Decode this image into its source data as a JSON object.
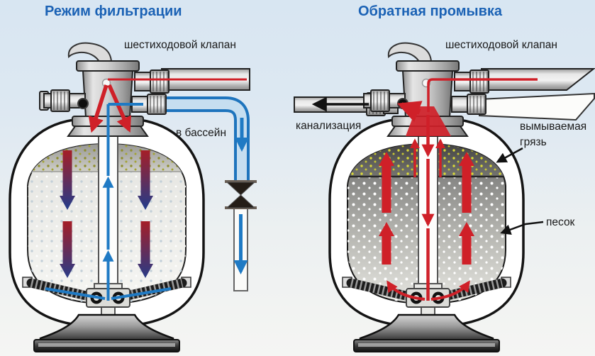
{
  "left_panel": {
    "title": "Режим фильтрации",
    "valve_label": "шестиходовой клапан",
    "pool_label": "в бассейн"
  },
  "right_panel": {
    "title": "Обратная промывка",
    "valve_label": "шестиходовой клапан",
    "sewer_label": "канализация",
    "dirt_label_line1": "вымываемая",
    "dirt_label_line2": "грязь",
    "sand_label": "песок"
  },
  "colors": {
    "title_blue": "#1b62b5",
    "flow_red": "#cf2028",
    "flow_blue": "#1f7ac4",
    "label_black": "#1a1a1a",
    "dirt_dots_olive": "#8e8e2f",
    "dirt_dots_yellow": "#d8d838"
  },
  "icons": {
    "flow_down_red": "red-arrow-down-icon",
    "flow_up_blue": "blue-arrow-up-icon",
    "flow_up_red": "red-arrow-up-icon",
    "waste_out": "black-arrow-left-icon"
  }
}
